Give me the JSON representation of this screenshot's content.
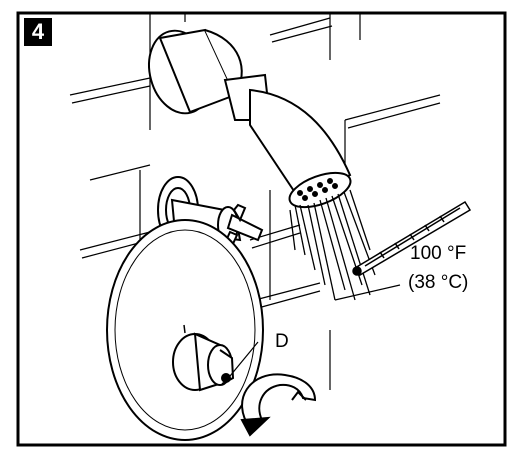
{
  "step_number": "4",
  "temperature": {
    "fahrenheit": "100 °F",
    "celsius": "(38 °C)"
  },
  "callout_label": "D",
  "colors": {
    "line": "#000000",
    "background": "#ffffff"
  }
}
